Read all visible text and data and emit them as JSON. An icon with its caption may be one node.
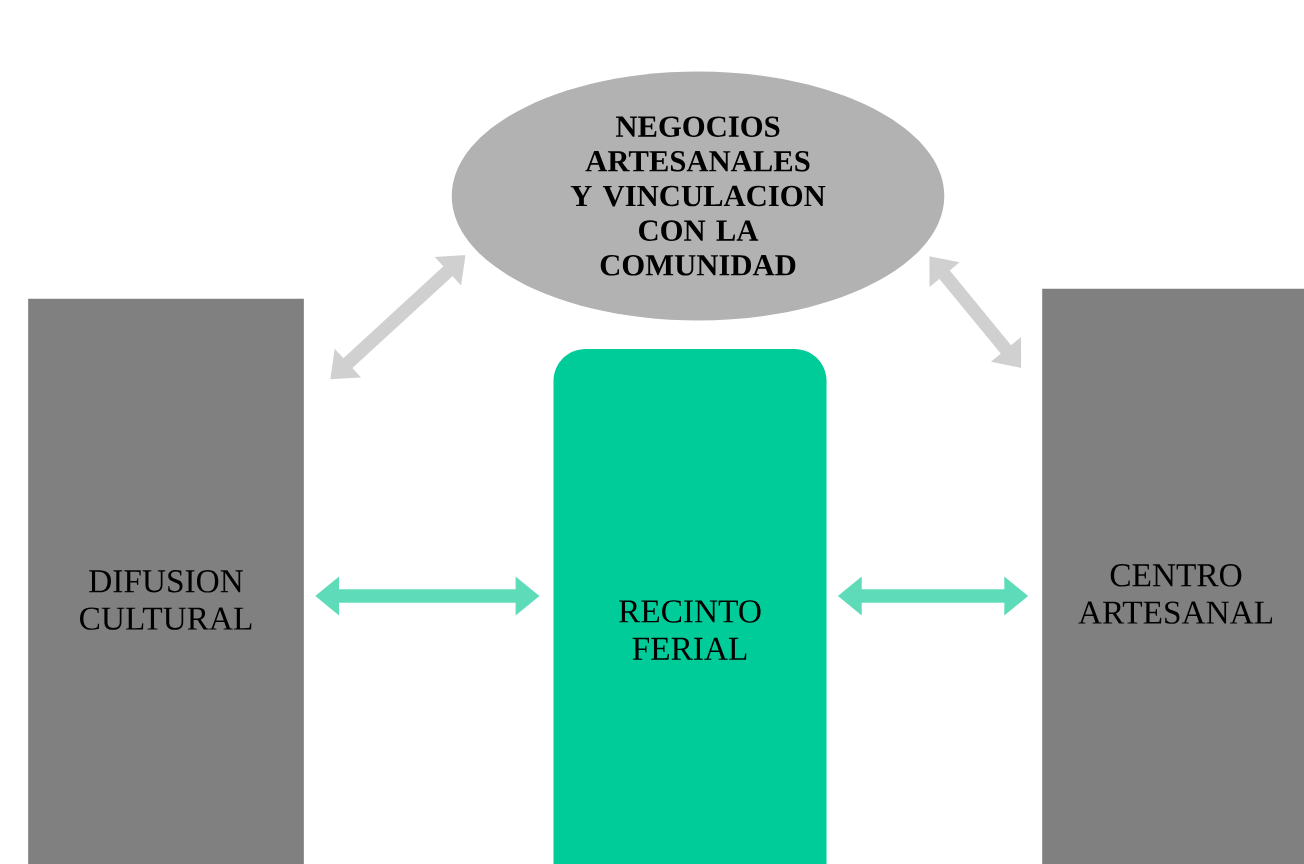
{
  "diagram": {
    "nodes": [
      {
        "text": [
          "NEGOCIOS ARTESANALES Y VINCULACION CON LA COMUNIDAD"
        ]
      },
      {
        "text": [
          "DIFUSION CULTURAL"
        ]
      },
      {
        "text": [
          "RECINTO FERIAL"
        ]
      },
      {
        "text": [
          "CENTRO ARTESANAL"
        ]
      }
    ],
    "edges": [
      {
        "from": 0,
        "to": 1,
        "arrow": "both",
        "color": "#d0d0d0"
      },
      {
        "from": 0,
        "to": 3,
        "arrow": "both",
        "color": "#d0d0d0"
      },
      {
        "from": 1,
        "to": 2,
        "arrow": "both",
        "color": "#5edcb9"
      },
      {
        "from": 2,
        "to": 3,
        "arrow": "both",
        "color": "#5edcb9"
      }
    ]
  }
}
